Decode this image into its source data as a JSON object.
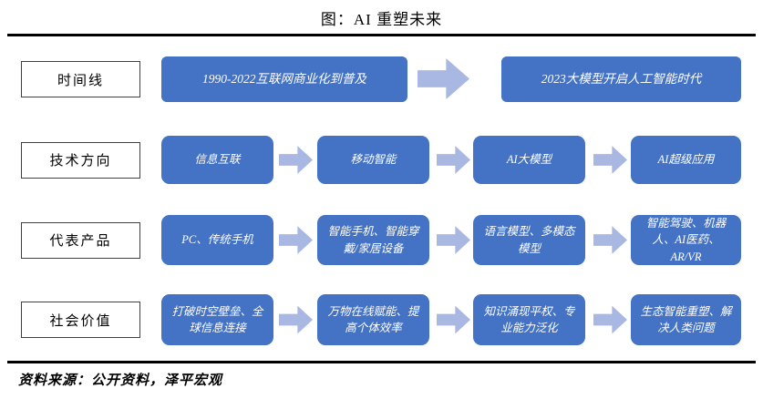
{
  "title": "图：AI 重塑未来",
  "source": "资料来源：公开资料，泽平宏观",
  "icons": {
    "arrow": "right-block-arrow"
  },
  "colors": {
    "box_fill": "#4472C4",
    "box_text": "#FFFFFF",
    "arrow_fill": "#A9B8E3",
    "label_border": "#3F3F3F",
    "rule": "#000000",
    "background": "#FFFFFF"
  },
  "rows": [
    {
      "label": "时间线",
      "boxes": [
        "1990-2022互联网商业化到普及",
        "2023大模型开启人工智能时代"
      ]
    },
    {
      "label": "技术方向",
      "boxes": [
        "信息互联",
        "移动智能",
        "AI大模型",
        "AI超级应用"
      ]
    },
    {
      "label": "代表产品",
      "boxes": [
        "PC、传统手机",
        "智能手机、智能穿戴/家居设备",
        "语言模型、多模态模型",
        "智能驾驶、机器人、AI医药、AR/VR"
      ]
    },
    {
      "label": "社会价值",
      "boxes": [
        "打破时空壁垒、全球信息连接",
        "万物在线赋能、提高个体效率",
        "知识涌现平权、专业能力泛化",
        "生态智能重塑、解决人类问题"
      ]
    }
  ]
}
